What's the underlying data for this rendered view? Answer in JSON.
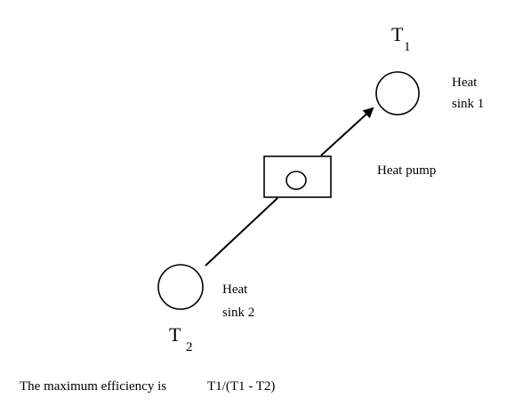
{
  "labels": {
    "t1_main": "T",
    "t1_sub": "1",
    "t2_main": "T",
    "t2_sub": "2",
    "sink1_line1": "Heat",
    "sink1_line2": "sink 1",
    "sink2_line1": "Heat",
    "sink2_line2": "sink 2",
    "heat_pump": "Heat pump",
    "efficiency_prefix": "The maximum efficiency is",
    "efficiency_formula": "T1/(T1 - T2)"
  },
  "colors": {
    "stroke": "#000000",
    "background": "#ffffff"
  }
}
